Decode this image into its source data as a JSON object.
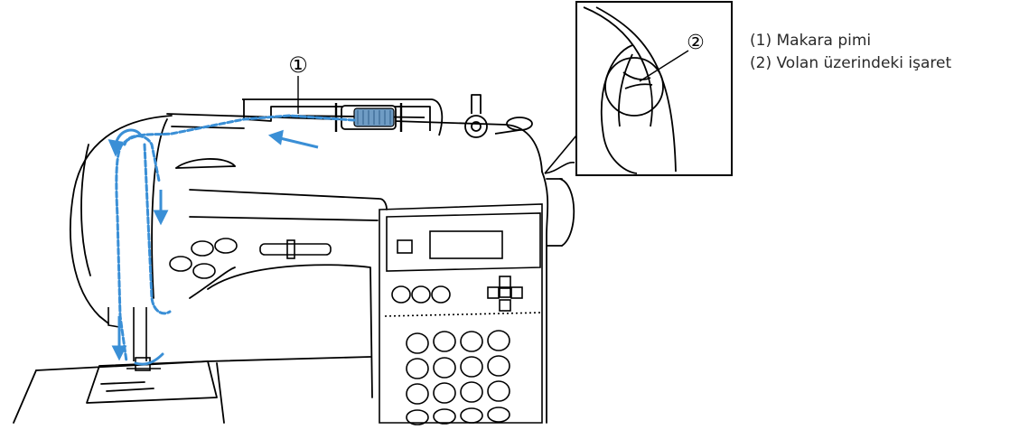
{
  "callouts": [
    {
      "number": "1",
      "symbol": "①"
    },
    {
      "number": "2",
      "symbol": "②"
    }
  ],
  "legend": [
    {
      "number": "1",
      "text": "(1) Makara pimi"
    },
    {
      "number": "2",
      "text": "(2) Volan üzerindeki işaret"
    }
  ],
  "colors": {
    "line_art": "#000000",
    "thread": "#3a8fd6",
    "thread_spool": "#6f9cc4",
    "text": "#2a2a2a"
  }
}
